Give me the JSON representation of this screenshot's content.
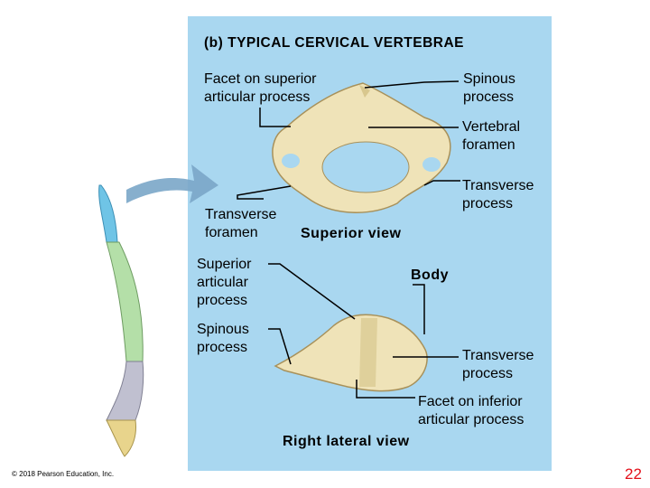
{
  "title": "(b) TYPICAL CERVICAL VERTEBRAE",
  "labels": {
    "facet_superior": "Facet on superior\narticular process",
    "spinous_top": "Spinous\nprocess",
    "vertebral_foramen": "Vertebral\nforamen",
    "transverse_process_top": "Transverse\nprocess",
    "transverse_foramen": "Transverse\nforamen",
    "superior_articular_process": "Superior\narticular\nprocess",
    "body": "Body",
    "spinous_lateral": "Spinous\nprocess",
    "transverse_process_lateral": "Transverse\nprocess",
    "facet_inferior": "Facet on inferior\narticular process"
  },
  "views": {
    "superior": "Superior view",
    "lateral": "Right lateral view"
  },
  "footer": {
    "copyright": "© 2018 Pearson Education, Inc.",
    "page_number": "22"
  },
  "colors": {
    "panel": "#a9d7f0",
    "bone": "#efe3b8",
    "bone_shade": "#d8c78e",
    "arrow": "#7aa6c8",
    "spine_cervical": "#6fc4e6",
    "spine_thoracic": "#b4dfa8",
    "spine_lumbar": "#c0c0d0",
    "spine_sacrum": "#e8d48c",
    "page_number": "#e3101a"
  }
}
